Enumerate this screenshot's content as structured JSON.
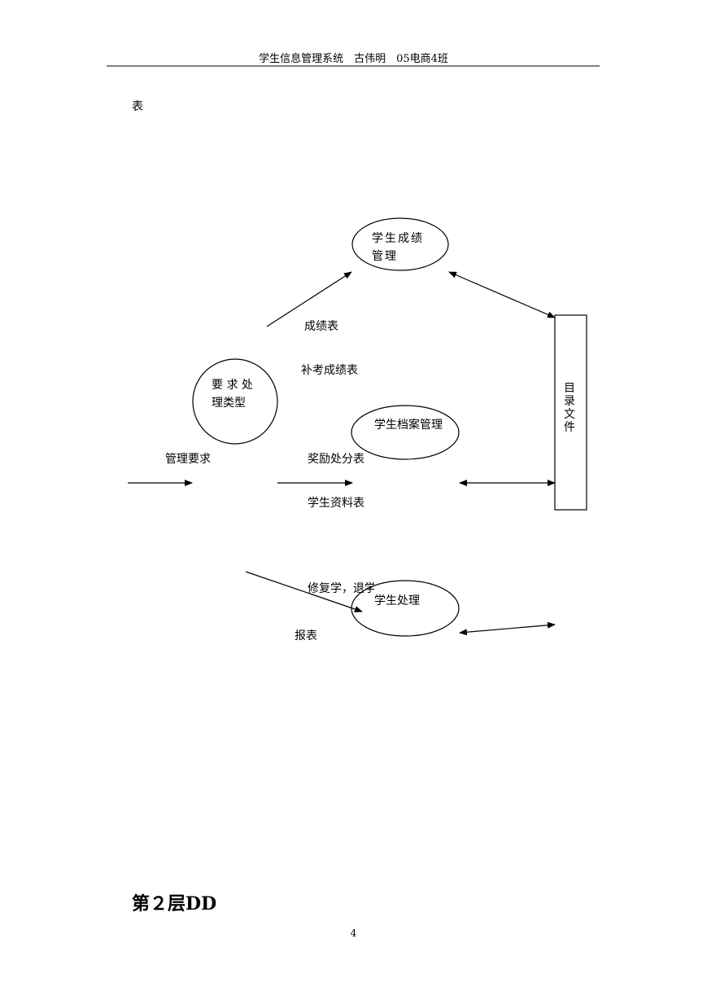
{
  "header": {
    "text": "学生信息管理系统　古伟明　05电商4班"
  },
  "top_text": "表",
  "diagram": {
    "nodes": {
      "grade_mgmt": "学生成绩管理",
      "request_type": "要 求 处 理类型",
      "archive_mgmt": "学生档案管理",
      "student_handling": "学生处理",
      "catalog_file": "目录文件"
    },
    "labels": {
      "grade_table": "成绩表",
      "makeup_grade_table": "补考成绩表",
      "management_request": "管理要求",
      "reward_punish_table": "奖励处分表",
      "student_info_table": "学生资料表",
      "resume_study": "修复学，退学",
      "report_table": "报表"
    }
  },
  "section_heading": "第２层DD",
  "page_number": "4"
}
